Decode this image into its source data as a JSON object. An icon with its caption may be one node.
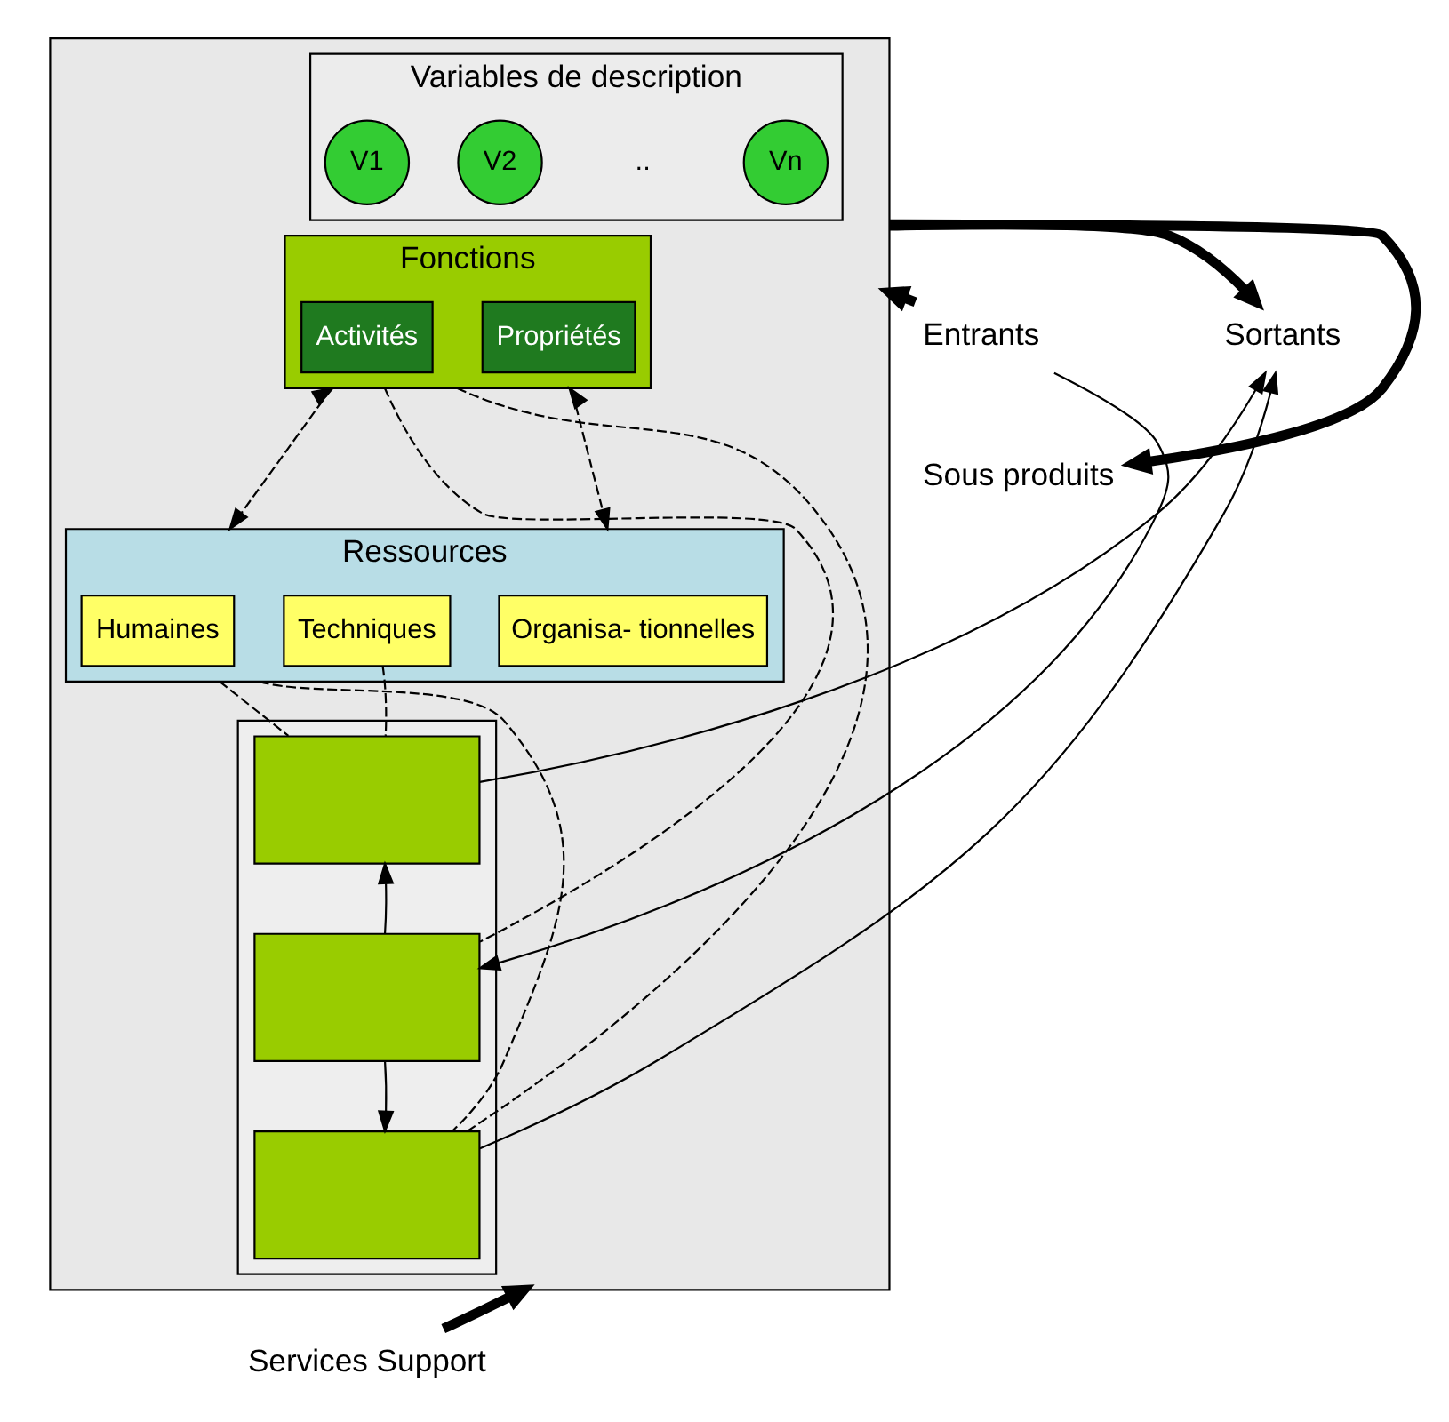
{
  "diagram": {
    "nodes": [
      {
        "text": [
          "Entrants"
        ]
      },
      {
        "text": [
          "Sortants"
        ]
      },
      {
        "text": [
          "Sous produits"
        ]
      },
      {
        "text": [
          "Services Support"
        ]
      },
      {
        "text": [],
        "shape": "box"
      },
      {
        "text": [
          "Variables de description"
        ],
        "in": 4
      },
      {
        "text": [
          "V1"
        ],
        "in": 5
      },
      {
        "text": [
          "V2"
        ],
        "in": 5
      },
      {
        "text": [
          "Vn"
        ],
        "in": 5
      },
      {
        "text": [
          "Fonctions"
        ],
        "in": 4
      },
      {
        "text": [
          "Activités"
        ],
        "in": 9
      },
      {
        "text": [
          "Propriétés"
        ],
        "in": 9
      },
      {
        "text": [
          "Ressources"
        ],
        "in": 4
      },
      {
        "text": [
          "Humaines"
        ],
        "in": 12
      },
      {
        "text": [
          "Techniques"
        ],
        "in": 12
      },
      {
        "text": [
          "Organisa- tionnelles"
        ],
        "in": 12
      },
      {
        "text": [],
        "shape": "box",
        "in": 4
      },
      {
        "text": [],
        "shape": "box",
        "in": 16
      },
      {
        "text": [],
        "shape": "box",
        "in": 16
      },
      {
        "text": [],
        "shape": "box",
        "in": 16
      }
    ],
    "edges": [
      {
        "from": 0,
        "to": 4,
        "arrow": "to",
        "style": "thick"
      },
      {
        "from": 0,
        "to": 18,
        "arrow": "to"
      },
      {
        "from": 3,
        "to": 4,
        "arrow": "to",
        "style": "thick"
      },
      {
        "from": 4,
        "to": 1,
        "arrow": "to",
        "style": "thick"
      },
      {
        "from": 4,
        "to": 2,
        "arrow": "to",
        "style": "thick"
      },
      {
        "from": 18,
        "to": 17,
        "arrow": "to"
      },
      {
        "from": 18,
        "to": 19,
        "arrow": "to"
      },
      {
        "from": 17,
        "to": 1,
        "arrow": "to"
      },
      {
        "from": 19,
        "to": 1,
        "arrow": "to"
      },
      {
        "from": 9,
        "to": 12,
        "arrow": "both",
        "style": "dashed"
      },
      {
        "from": 9,
        "to": 12,
        "arrow": "both",
        "style": "dashed"
      },
      {
        "from": 9,
        "to": 18,
        "arrow": "none",
        "style": "dashed"
      },
      {
        "from": 9,
        "to": 19,
        "arrow": "none",
        "style": "dashed"
      },
      {
        "from": 14,
        "to": 17,
        "arrow": "none",
        "style": "dashed"
      },
      {
        "from": 12,
        "to": 17,
        "arrow": "none",
        "style": "dashed"
      },
      {
        "from": 12,
        "to": 19,
        "arrow": "none",
        "style": "dashed"
      }
    ],
    "labels": [
      ".."
    ]
  }
}
